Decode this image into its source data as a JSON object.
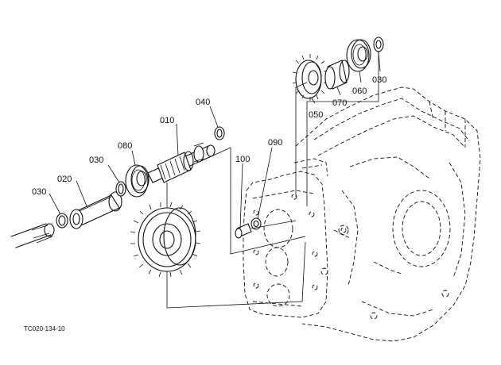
{
  "labels": {
    "p010": "010",
    "p020": "020",
    "p030_left": "030",
    "p030_mid": "030",
    "p030_top": "030",
    "p040": "040",
    "p050": "050",
    "p060": "060",
    "p070": "070",
    "p080": "080",
    "p090": "090",
    "p100": "100"
  },
  "figure_code": "TC020-134-10"
}
